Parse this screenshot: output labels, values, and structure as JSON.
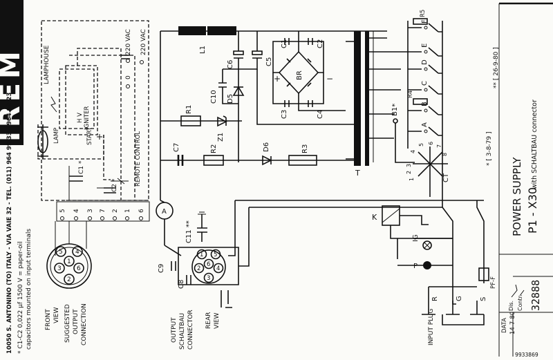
{
  "title": {
    "main": "POWER SUPPLY",
    "model": "P1 - X30",
    "sub": "with SCHALTBAU connector"
  },
  "company": {
    "logo": "IREM",
    "address": "10050 S. ANTONINO (TO) ITALY - VIA VAIE 32 - TEL. (011) 964 99 33 - 964 98 23",
    "serial": "9933869"
  },
  "notes": {
    "capacitor_1": "* C1-C2  0,022 µf 1500 V = paper-oil",
    "capacitor_2": "capacitors mounted on input terminals"
  },
  "revisions": {
    "rev1": "* [ 3-8-79 ]",
    "rev2": "** [ 26-9-80 ]"
  },
  "title_block": {
    "data_label": "DATA",
    "date": "14-7-80",
    "dis_label": "Dis.",
    "contr_label": "Contr.",
    "drawing_number": "32888"
  },
  "labels": {
    "lamphouse": "LAMPHOUSE",
    "lamp": "LAMP",
    "hv": "H V",
    "igniter": "IGNITER",
    "start": "START",
    "remote_control": "REMOTE CONTROL",
    "front_view": [
      "FRONT",
      "VIEW"
    ],
    "suggested": [
      "SUGGESTED",
      "OUTPUT",
      "CONNECTION"
    ],
    "output_schaltbau": [
      "OUTPUT",
      "SCHALTBAU",
      "CONNECTOR"
    ],
    "rear_view": [
      "REAR",
      "VIEW"
    ],
    "input_plug": "INPUT PLUG",
    "v220_a": "220 VAC",
    "v220_b": "220 VAC",
    "zero": "0"
  },
  "components": {
    "L1": "L1",
    "C1": "C1",
    "C2": "C2",
    "C3": "C3",
    "C4": "C4",
    "C5": "C5",
    "C6": "C6",
    "C7": "C7",
    "C8": "C8",
    "C9": "C9",
    "C10": "C10",
    "C11": "C11 **",
    "BR": "BR",
    "D5": "D5",
    "D6": "D6",
    "Z1": "Z1",
    "R1": "R1",
    "R2": "R2",
    "R3": "R3",
    "R4": "R4",
    "R5": "R5",
    "B1": "B1*",
    "T": "T",
    "CT": "CT",
    "K": "K",
    "A": "A",
    "IG": "IG",
    "P": "P",
    "PF": "PF-F",
    "c1_left": "C1 *",
    "c2_left": "C2 *"
  },
  "taps": [
    "F",
    "E",
    "D",
    "C",
    "B",
    "A"
  ],
  "plug_pins": [
    "R",
    "G",
    "S"
  ],
  "terminal_numbers": [
    "5",
    "4",
    "3",
    "7",
    "2",
    "1",
    "6"
  ],
  "ct_pins": [
    "1",
    "2",
    "3",
    "4",
    "5",
    "6",
    "7",
    "8"
  ],
  "connector_pins": [
    "1",
    "2",
    "3",
    "4",
    "5",
    "6"
  ],
  "polarity": {
    "plus": "+",
    "minus": "−"
  }
}
